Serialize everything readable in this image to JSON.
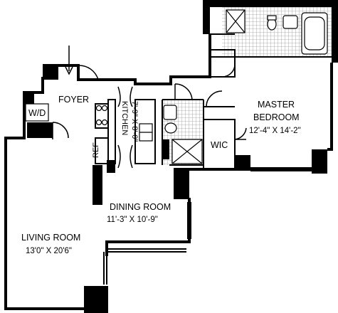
{
  "rooms": {
    "foyer": {
      "name": "FOYER"
    },
    "wd": {
      "name": "W/D"
    },
    "kitchen": {
      "name": "KITCHEN",
      "dims": "7'-9\" X 8'-0\""
    },
    "ref": {
      "name": "REF"
    },
    "wic": {
      "name": "WIC"
    },
    "master": {
      "name_line1": "MASTER",
      "name_line2": "BEDROOM",
      "dims": "12'-4\" X 14'-2\""
    },
    "dining": {
      "name": "DINING ROOM",
      "dims": "11'-3\" X 10'-9\""
    },
    "living": {
      "name": "LIVING ROOM",
      "dims": "13'0\" X 20'6\""
    }
  },
  "colors": {
    "wall": "#000000",
    "tile": "#a8a8a8",
    "background": "#ffffff"
  }
}
